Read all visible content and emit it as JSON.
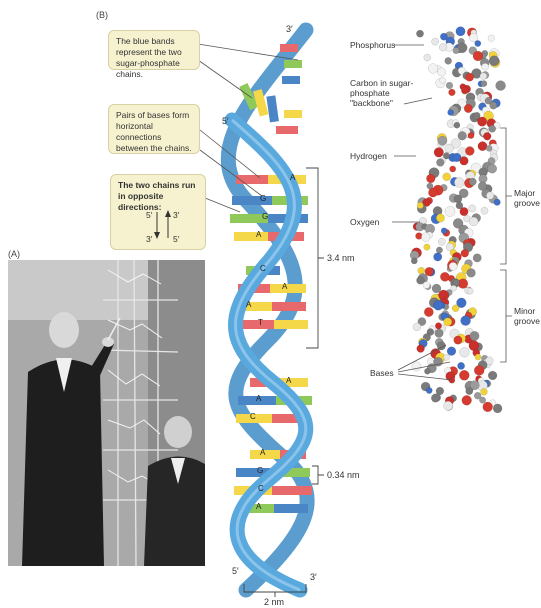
{
  "panels": {
    "a": "(A)",
    "b": "(B)"
  },
  "callouts": {
    "blue_bands": "The blue bands represent the two sugar-phosphate chains.",
    "pairs": "Pairs of bases form horizontal connections between the chains.",
    "opposite_title": "The two chains run in opposite directions:",
    "opp_left_top": "5′",
    "opp_left_bottom": "3′",
    "opp_right_top": "3′",
    "opp_right_bottom": "5′"
  },
  "ends": {
    "top_right": "3′",
    "top_left": "5′",
    "bottom_left": "5′",
    "bottom_right": "3′"
  },
  "dimensions": {
    "pitch": "3.4 nm",
    "rise": "0.34 nm",
    "width": "2 nm"
  },
  "molecule_labels": {
    "phosphorus": "Phosphorus",
    "carbon": "Carbon in sugar-phosphate \"backbone\"",
    "hydrogen": "Hydrogen",
    "oxygen": "Oxygen",
    "bases": "Bases",
    "major": "Major groove",
    "minor": "Minor groove"
  },
  "base_letters": [
    "A",
    "G",
    "G",
    "A",
    "C",
    "A",
    "A",
    "T",
    "A",
    "A",
    "C",
    "A",
    "G",
    "C",
    "A"
  ],
  "colors": {
    "backbone": "#4f9fd6",
    "backbone_dark": "#2a6fa6",
    "adenine": "#f4d84a",
    "thymine": "#e7696b",
    "guanine": "#8fc95a",
    "cytosine": "#4a86c6",
    "callout_bg": "#f6f2cf"
  }
}
